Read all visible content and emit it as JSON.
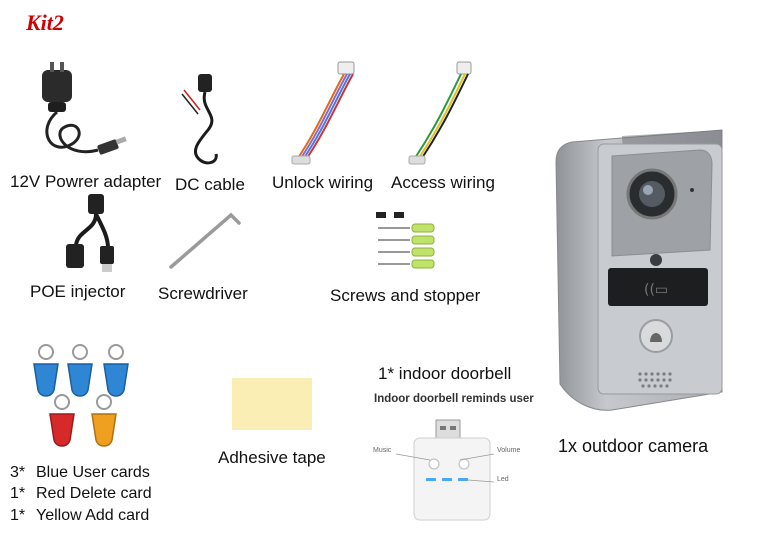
{
  "kit_title": "Kit2",
  "items": {
    "power_adapter": "12V Powrer adapter",
    "dc_cable": "DC cable",
    "unlock_wiring": "Unlock wiring",
    "access_wiring": "Access wiring",
    "poe_injector": "POE injector",
    "screwdriver": "Screwdriver",
    "screws": "Screws and stopper",
    "indoor_doorbell": "1* indoor doorbell",
    "indoor_doorbell_note": "Indoor doorbell reminds user",
    "doorbell_labels": {
      "music": "Music",
      "volume": "Volume",
      "led": "Led"
    },
    "adhesive_tape": "Adhesive tape",
    "outdoor_camera": "1x outdoor camera"
  },
  "cards": [
    {
      "qty": "3*",
      "label": "Blue User cards"
    },
    {
      "qty": "1*",
      "label": "Red Delete card"
    },
    {
      "qty": "1*",
      "label": "Yellow Add card"
    }
  ],
  "colors": {
    "title": "#d00000",
    "card_blue": "#2f86d4",
    "card_red": "#d62a2a",
    "card_yellow": "#f0a020",
    "tape": "#fbeeb5",
    "camera_body": "#b8bcc1"
  }
}
